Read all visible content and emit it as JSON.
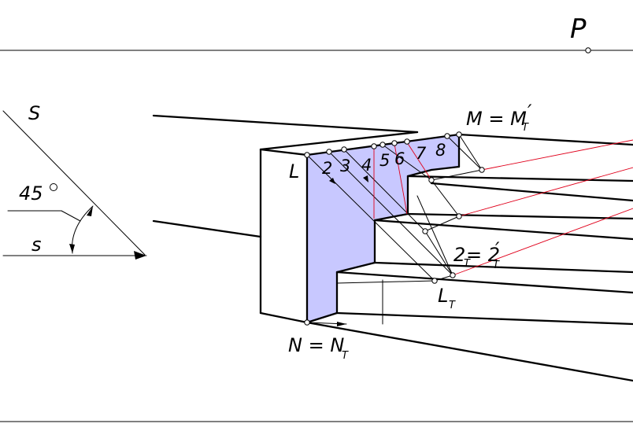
{
  "labels": {
    "plane": "P",
    "ray": "S",
    "ray_projection": "s",
    "angle": "45",
    "point_L": "L",
    "point_M": "M = M",
    "point_M_prime": "′",
    "point_M_sub": "T",
    "point_N": "N = N",
    "point_N_sub": "T",
    "point_LT": "L",
    "point_LT_sub": "T",
    "point_2T_a": "2",
    "point_2T_eq": " = 2",
    "point_2T_prime": "′",
    "point_2T_sub": "T",
    "step_numbers": [
      "2",
      "3",
      "4",
      "5",
      "6",
      "7",
      "8"
    ]
  }
}
